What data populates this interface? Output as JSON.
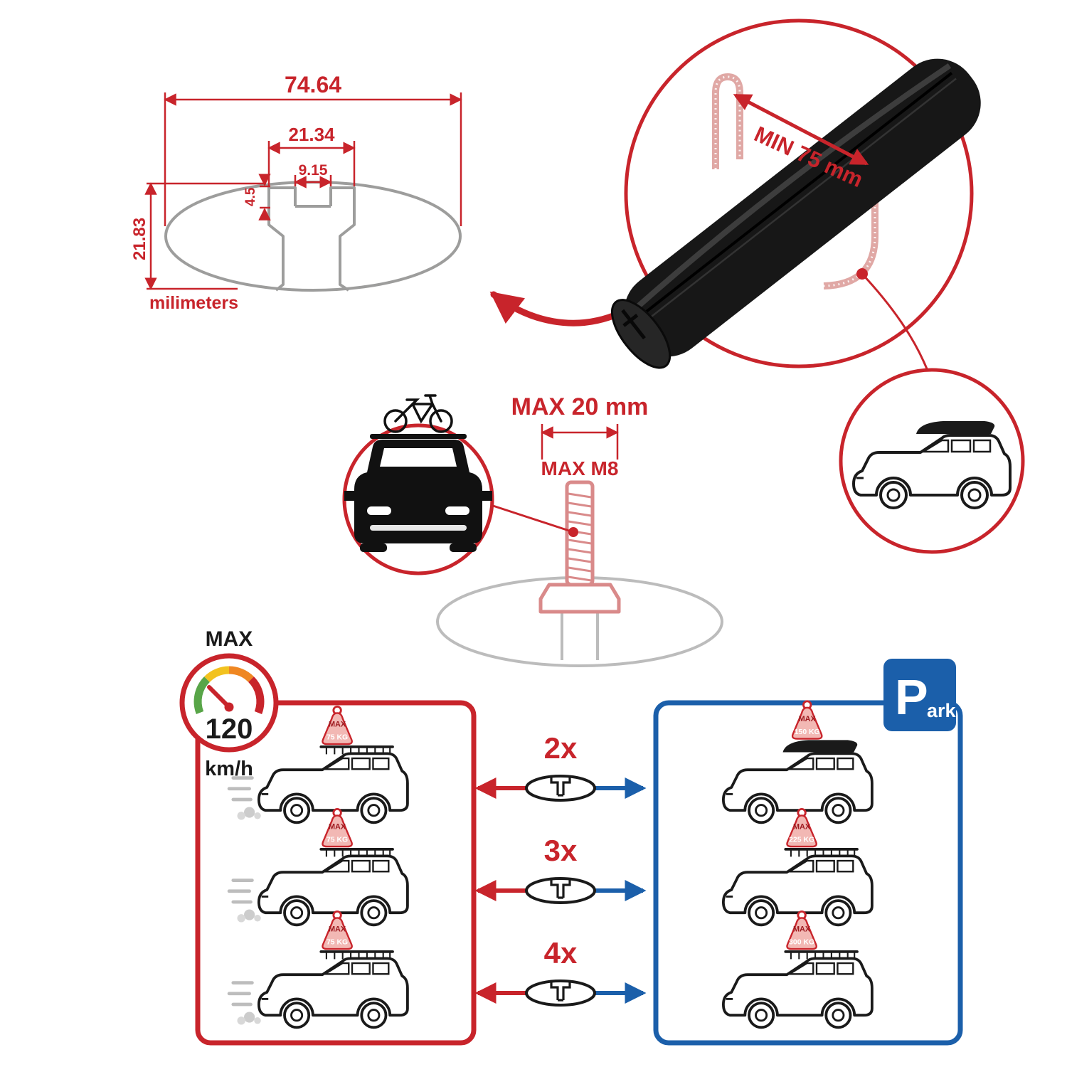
{
  "colors": {
    "accent_red": "#C8242B",
    "dark_red": "#9E1B20",
    "accent_blue": "#1B5FAA",
    "profile_gray": "#9D9D9C",
    "part_light_red": "#D98A8A",
    "tag_fill": "#F2B8B4",
    "ink_black": "#1A1A1A",
    "gauge_green": "#58A548",
    "gauge_yellow": "#F2C21F",
    "gauge_orange": "#EF8722"
  },
  "profile_dimensions": {
    "total_width": "74.64",
    "channel_width": "21.34",
    "slot_width": "9.15",
    "slot_depth": "4.5",
    "total_height": "21.83",
    "units": "milimeters"
  },
  "bar_detail": {
    "min_length": "MIN 75 mm"
  },
  "bolt_detail": {
    "max_width": "MAX 20 mm",
    "max_thread": "MAX M8"
  },
  "speed_limit": {
    "label": "MAX",
    "value": "120",
    "unit": "km/h"
  },
  "driving_box": {
    "cars": [
      {
        "tag_line1": "MAX",
        "tag_line2": "75 KG"
      },
      {
        "tag_line1": "MAX",
        "tag_line2": "75 KG"
      },
      {
        "tag_line1": "MAX",
        "tag_line2": "75 KG"
      }
    ]
  },
  "bar_counts": [
    {
      "label": "2x"
    },
    {
      "label": "3x"
    },
    {
      "label": "4x"
    }
  ],
  "parking_box": {
    "sign_letter": "P",
    "sign_suffix": "ark",
    "cars": [
      {
        "tag_line1": "MAX",
        "tag_line2": "150 KG"
      },
      {
        "tag_line1": "MAX",
        "tag_line2": "225 KG"
      },
      {
        "tag_line1": "MAX",
        "tag_line2": "300 KG"
      }
    ]
  },
  "icons": {
    "speedometer": "speed-gauge-icon",
    "parking_sign": "parking-sign-icon",
    "car_front": "car-front-icon",
    "bicycle": "bicycle-icon",
    "suv_side": "suv-side-icon",
    "roof_box": "roof-box-icon",
    "roof_basket": "roof-basket-icon",
    "crossbar_section": "crossbar-section-icon"
  }
}
